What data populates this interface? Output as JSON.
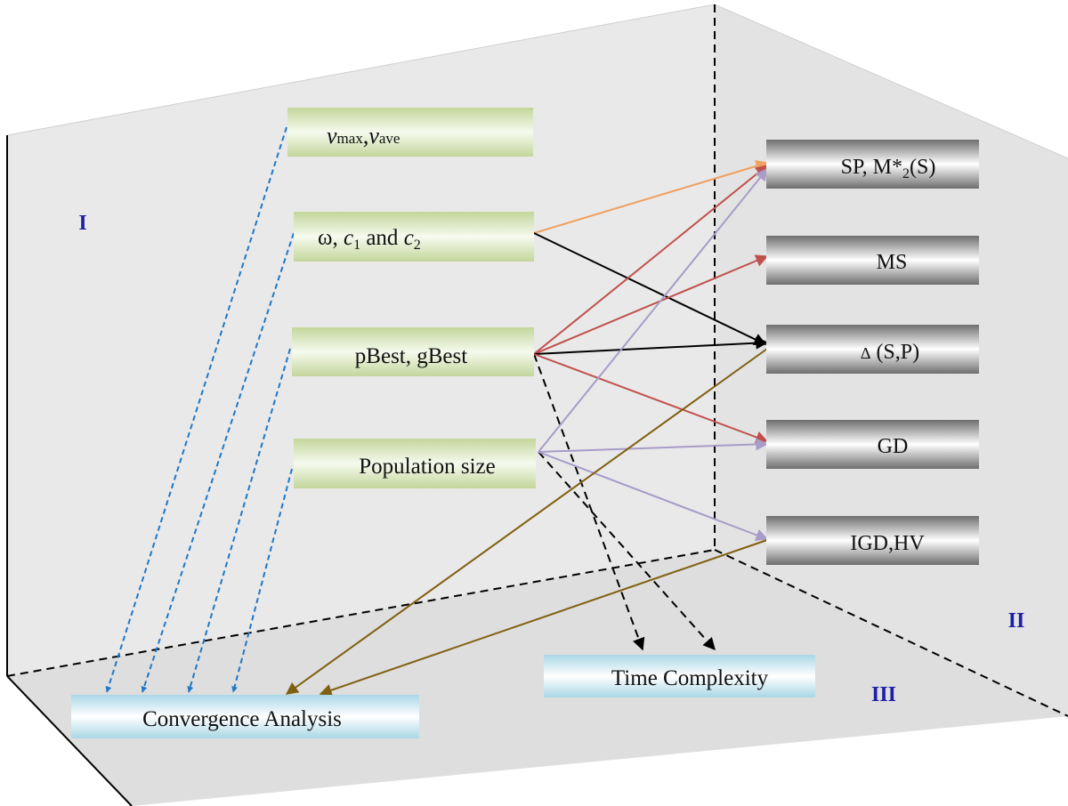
{
  "regions": {
    "region_1": "I",
    "region_2": "II",
    "region_3": "III"
  },
  "parameters": {
    "velocity": {
      "v1": "v",
      "v1_sub": "max",
      "sep": ",",
      "v2": "v",
      "v2_sub": "ave"
    },
    "coefficients": {
      "omega": "ω, ",
      "c1": "c",
      "c1_sub": "1",
      "and": " and ",
      "c2": "c",
      "c2_sub": "2"
    },
    "best": "pBest, gBest",
    "population": "Population size"
  },
  "metrics": {
    "sp": {
      "pre": "SP, M*",
      "sub": "2",
      "post": "(S)"
    },
    "ms": "MS",
    "delta": {
      "symbol": "Δ",
      "text": " (S,P)"
    },
    "gd": "GD",
    "igd": "IGD,HV"
  },
  "outcomes": {
    "convergence": "Convergence Analysis",
    "time": "Time Complexity"
  },
  "colors": {
    "dashed_blue": "#1f78c8",
    "orange": "#f0a060",
    "red": "#c0504d",
    "purple": "#a89cc8",
    "brown": "#7f6010",
    "black": "#000000",
    "region_text": "#1f1fa8"
  }
}
